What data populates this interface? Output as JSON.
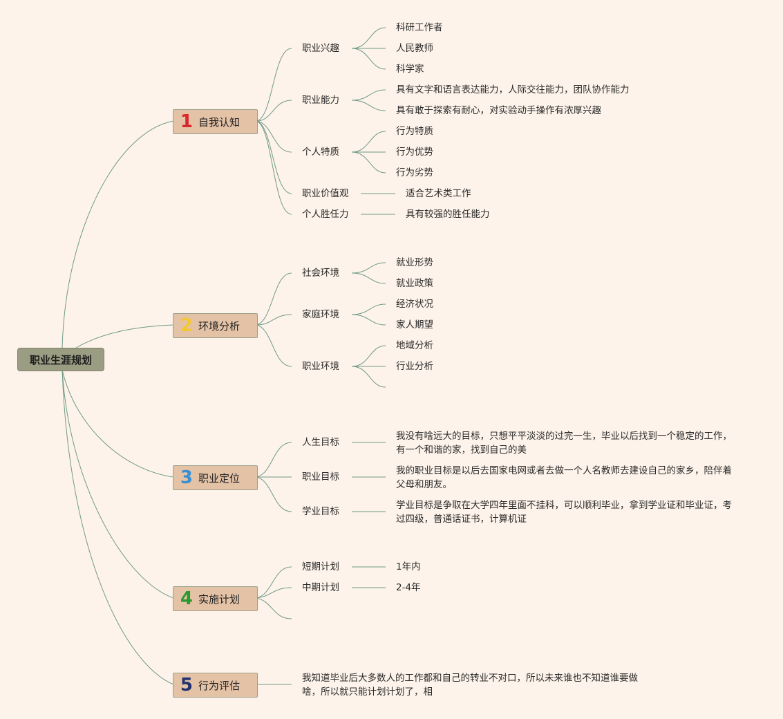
{
  "root": "职业生涯规划",
  "colors": {
    "background": "#fdf3ea",
    "root_fill": "#9a9d82",
    "node_fill": "#e4c2a6",
    "connector": "#6f9a86",
    "num1": "#d8262b",
    "num2": "#f2c833",
    "num3": "#3a8fd0",
    "num4": "#2a9a2f",
    "num5": "#22306e"
  },
  "branches": [
    {
      "num": "1",
      "label": "自我认知",
      "children": [
        {
          "label": "职业兴趣",
          "leaves": [
            "科研工作者",
            "人民教师",
            "科学家"
          ]
        },
        {
          "label": "职业能力",
          "leaves": [
            "具有文字和语言表达能力，人际交往能力，团队协作能力",
            "具有敢于探索有耐心，对实验动手操作有浓厚兴趣"
          ]
        },
        {
          "label": "个人特质",
          "leaves": [
            "行为特质",
            "行为优势",
            "行为劣势"
          ]
        },
        {
          "label": "职业价值观",
          "leaves": [
            "适合艺术类工作"
          ]
        },
        {
          "label": "个人胜任力",
          "leaves": [
            "具有较强的胜任能力"
          ]
        }
      ]
    },
    {
      "num": "2",
      "label": "环境分析",
      "children": [
        {
          "label": "社会环境",
          "leaves": [
            "就业形势",
            "就业政策"
          ]
        },
        {
          "label": "家庭环境",
          "leaves": [
            "经济状况",
            "家人期望"
          ]
        },
        {
          "label": "职业环境",
          "leaves": [
            "地域分析",
            "行业分析"
          ]
        }
      ]
    },
    {
      "num": "3",
      "label": "职业定位",
      "children": [
        {
          "label": "人生目标",
          "leaves": [
            "我没有啥远大的目标，只想平平淡淡的过完一生，毕业以后找到一个稳定的工作，有一个和谐的家，找到自己的美"
          ]
        },
        {
          "label": "职业目标",
          "leaves": [
            "我的职业目标是以后去国家电网或者去做一个人名教师去建设自己的家乡，陪伴着父母和朋友。"
          ]
        },
        {
          "label": "学业目标",
          "leaves": [
            "学业目标是争取在大学四年里面不挂科，可以顺利毕业，拿到学业证和毕业证，考过四级，普通话证书，计算机证"
          ]
        }
      ]
    },
    {
      "num": "4",
      "label": "实施计划",
      "children": [
        {
          "label": "短期计划",
          "leaves": [
            "1年内"
          ]
        },
        {
          "label": "中期计划",
          "leaves": [
            "2-4年"
          ]
        }
      ]
    },
    {
      "num": "5",
      "label": "行为评估",
      "note": "我知道毕业后大多数人的工作都和自己的转业不对口，所以未来谁也不知道谁要做啥，所以就只能计划计划了，相"
    }
  ]
}
